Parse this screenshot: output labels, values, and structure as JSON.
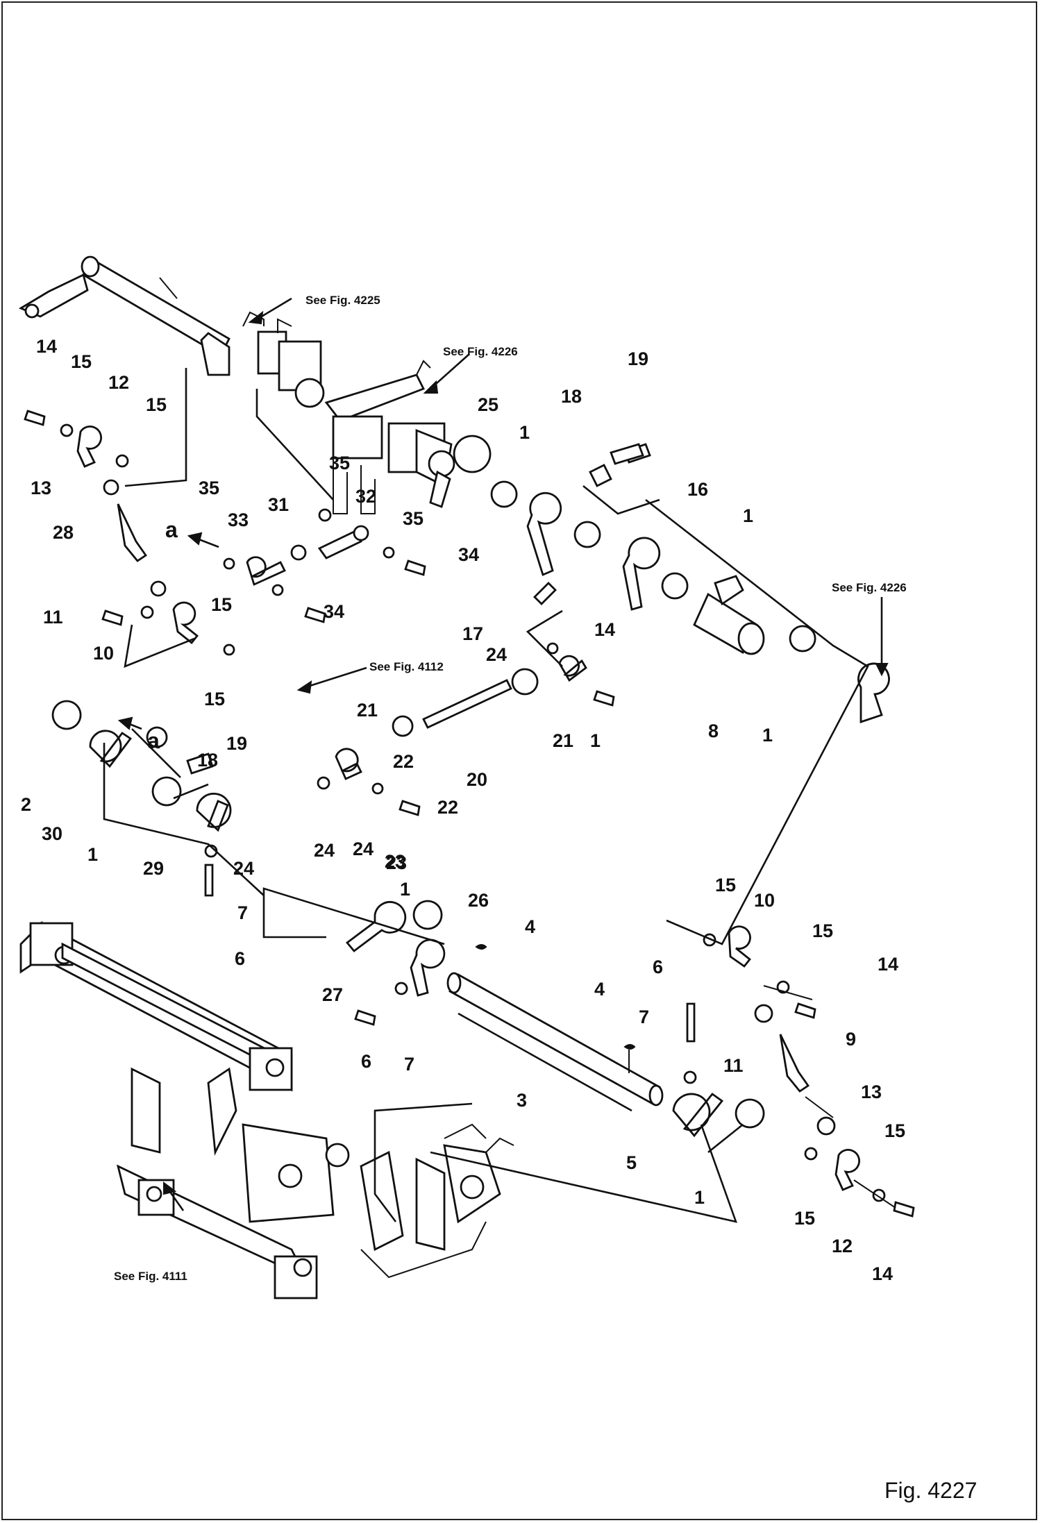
{
  "figure_caption": "Fig. 4227",
  "references": {
    "ref_4225_top": "See Fig. 4225",
    "ref_4226_top": "See Fig. 4226",
    "ref_4226_right": "See Fig. 4226",
    "ref_4112": "See Fig. 4112",
    "ref_4111": "See Fig. 4111"
  },
  "view_markers": {
    "upper": "a",
    "lower": "a"
  },
  "callouts": [
    "14",
    "15",
    "12",
    "15",
    "13",
    "28",
    "35",
    "33",
    "31",
    "32",
    "35",
    "25",
    "1",
    "18",
    "19",
    "16",
    "1",
    "35",
    "34",
    "34",
    "17",
    "1",
    "14",
    "11",
    "15",
    "10",
    "15",
    "24",
    "8",
    "1",
    "21",
    "22",
    "20",
    "21",
    "22",
    "24",
    "23",
    "2",
    "30",
    "1",
    "19",
    "18",
    "29",
    "24",
    "24",
    "23",
    "7",
    "6",
    "1",
    "26",
    "4",
    "27",
    "6",
    "7",
    "4",
    "6",
    "7",
    "3",
    "5",
    "1",
    "15",
    "10",
    "15",
    "14",
    "11",
    "9",
    "13",
    "15",
    "15",
    "12",
    "14"
  ]
}
